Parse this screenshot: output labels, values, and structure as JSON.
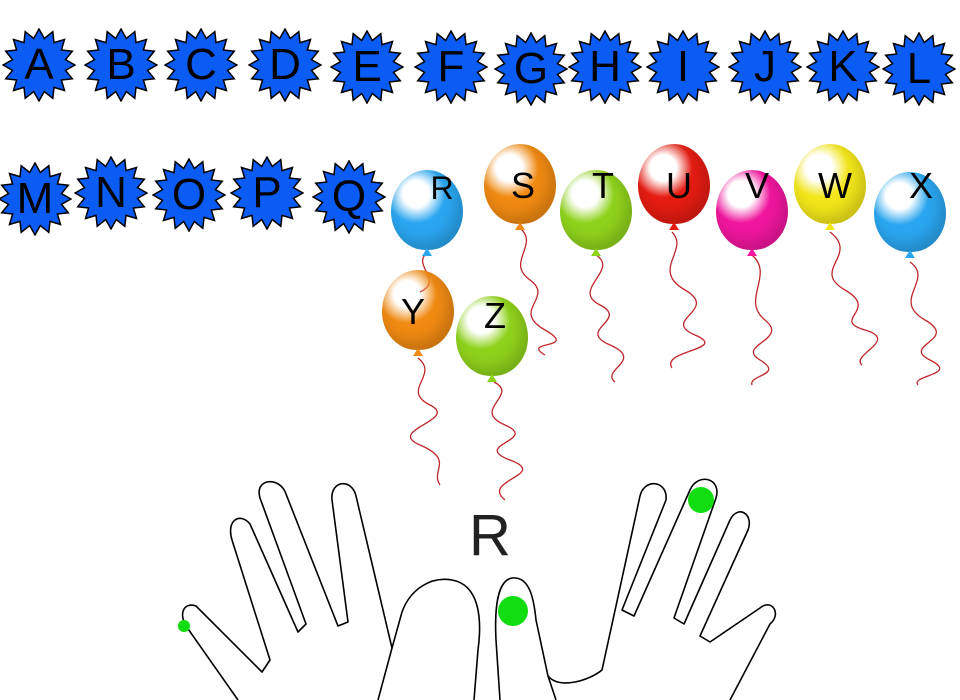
{
  "stars": [
    {
      "letter": "A"
    },
    {
      "letter": "B"
    },
    {
      "letter": "C"
    },
    {
      "letter": "D"
    },
    {
      "letter": "E"
    },
    {
      "letter": "F"
    },
    {
      "letter": "G"
    },
    {
      "letter": "H"
    },
    {
      "letter": "I"
    },
    {
      "letter": "J"
    },
    {
      "letter": "K"
    },
    {
      "letter": "L"
    },
    {
      "letter": "M"
    },
    {
      "letter": "N"
    },
    {
      "letter": "O"
    },
    {
      "letter": "P"
    },
    {
      "letter": "Q"
    }
  ],
  "balloons": [
    {
      "letter": "R",
      "color": "#2aa6f0"
    },
    {
      "letter": "S",
      "color": "#f08a12"
    },
    {
      "letter": "T",
      "color": "#8fd21c"
    },
    {
      "letter": "U",
      "color": "#e41c12"
    },
    {
      "letter": "V",
      "color": "#f0169e"
    },
    {
      "letter": "W",
      "color": "#f2e61a"
    },
    {
      "letter": "X",
      "color": "#2aa6f0"
    },
    {
      "letter": "Y",
      "color": "#f08a12"
    },
    {
      "letter": "Z",
      "color": "#8fd21c"
    }
  ],
  "current_letter": "R",
  "colors": {
    "star_fill": "#0a5cf5",
    "string": "#c0262c",
    "finger_marker": "#11dd11"
  }
}
